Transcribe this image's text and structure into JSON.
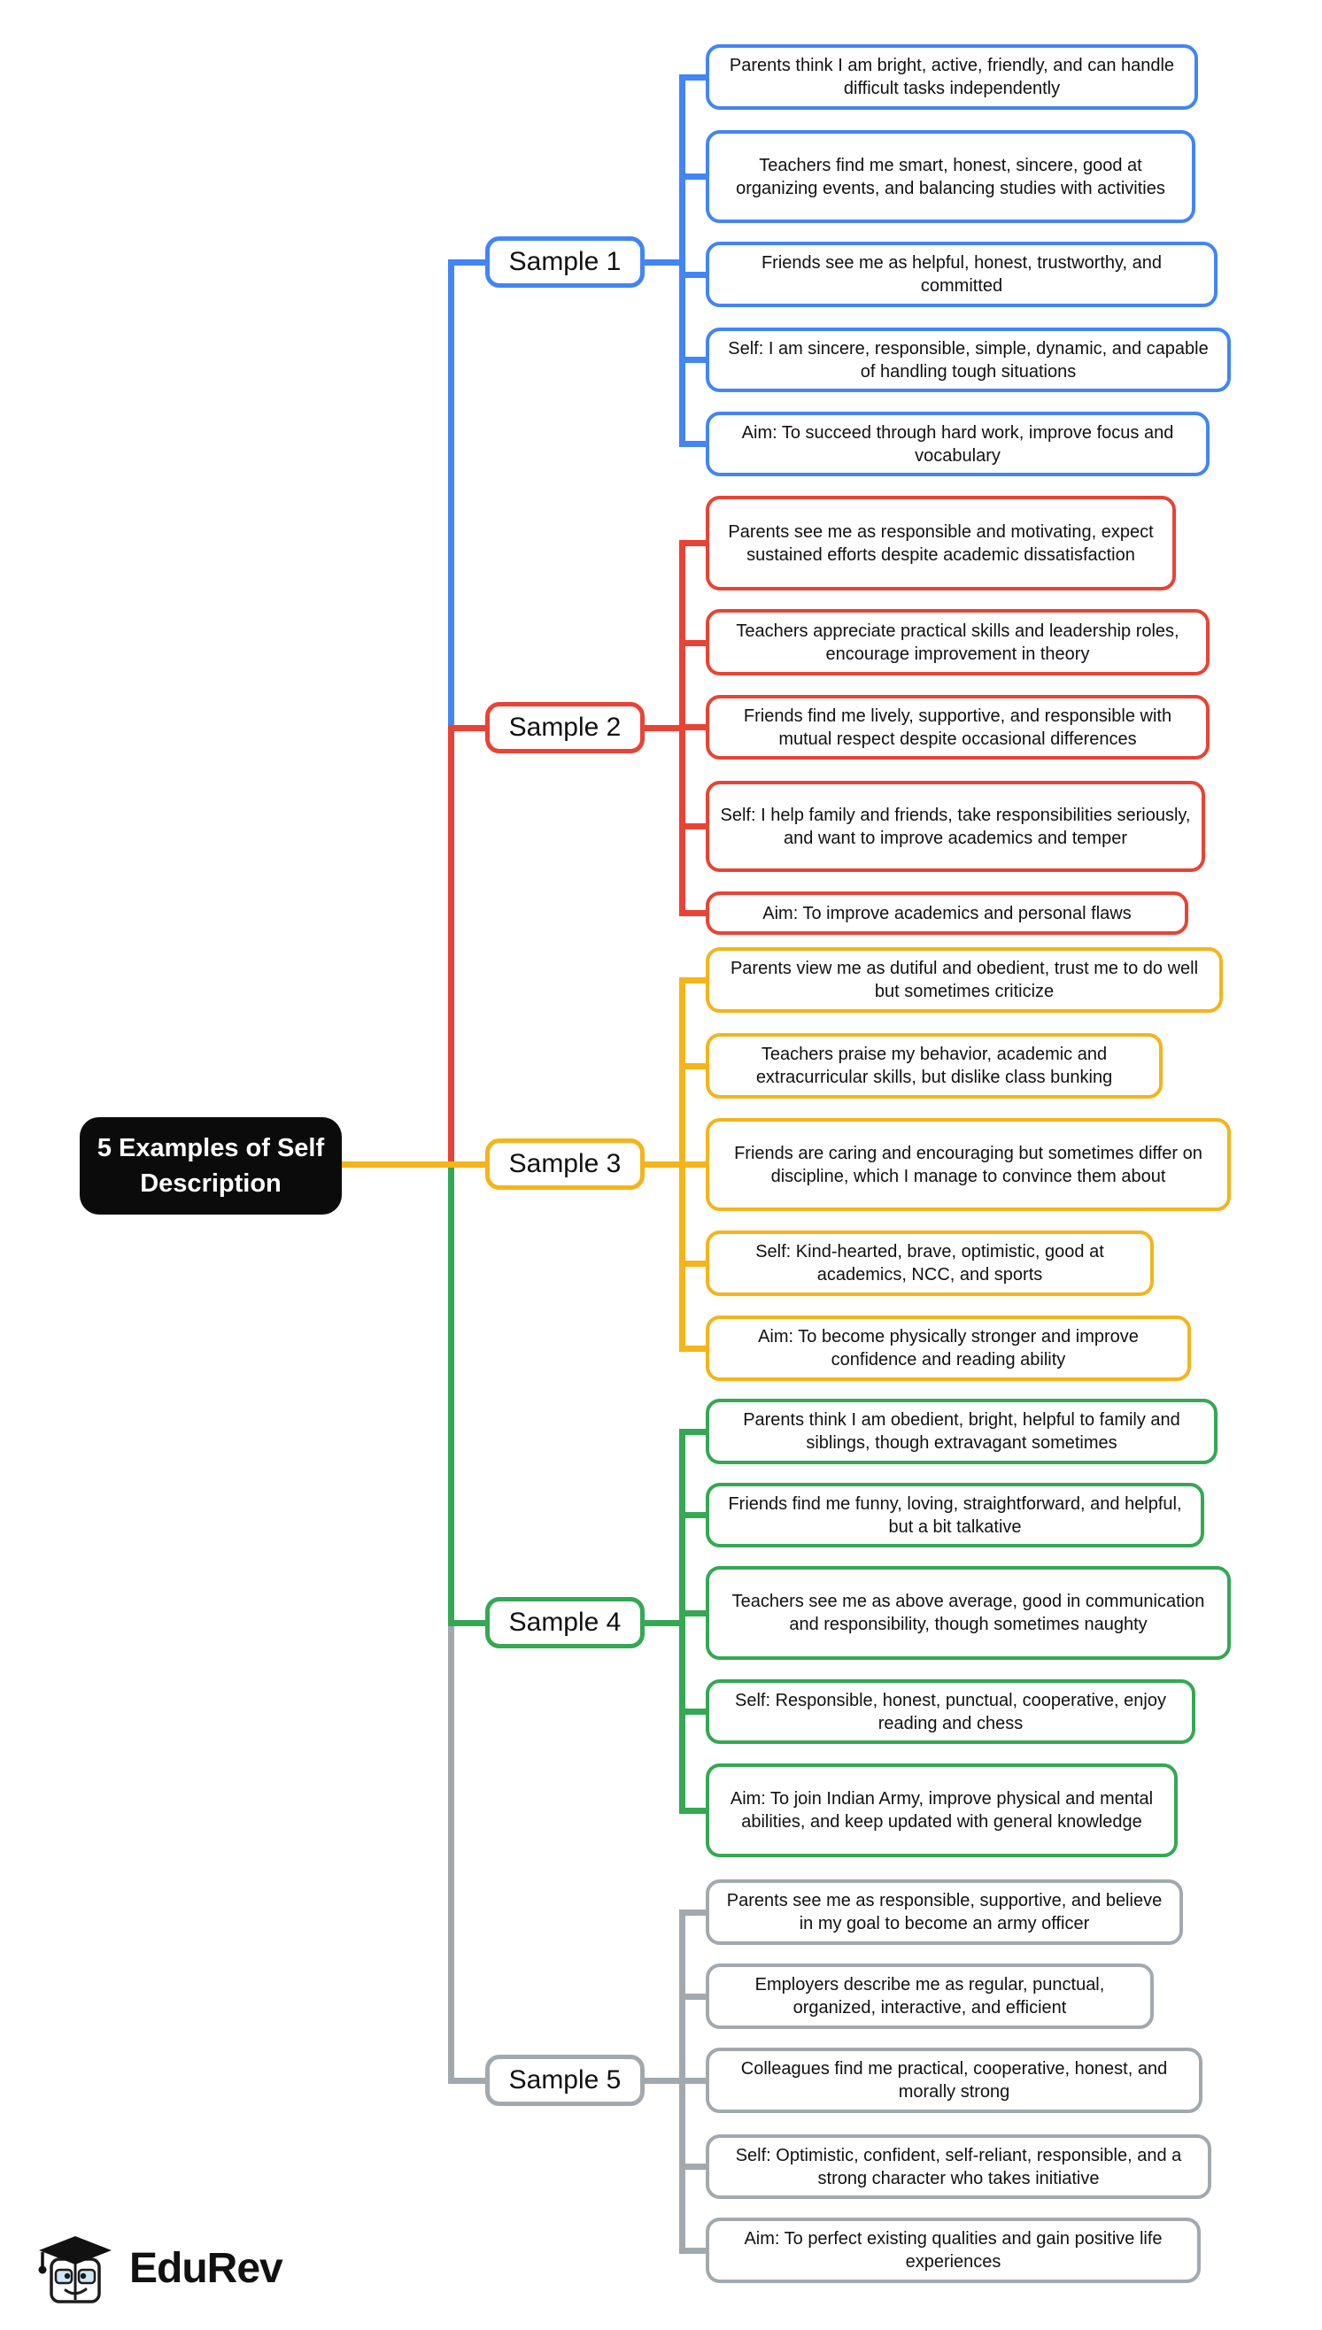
{
  "root": {
    "title": "5 Examples of Self Description",
    "bg": "#0b0b0b",
    "text_color": "#ffffff"
  },
  "branding": {
    "logo_text": "EduRev",
    "logo_icon": "edurev-graduate-books-icon"
  },
  "samples": [
    {
      "label": "Sample 1",
      "color": "#4285f4",
      "children": [
        "Parents think I am bright, active, friendly, and can handle difficult tasks independently",
        "Teachers find me smart, honest, sincere, good at organizing events, and balancing studies with activities",
        "Friends see me as helpful, honest, trustworthy, and committed",
        "Self: I am sincere, responsible, simple, dynamic, and capable of handling tough situations",
        "Aim: To succeed through hard work, improve focus and vocabulary"
      ]
    },
    {
      "label": "Sample 2",
      "color": "#e84335",
      "children": [
        "Parents see me as responsible and motivating, expect sustained efforts despite academic dissatisfaction",
        "Teachers appreciate practical skills and leadership roles, encourage improvement in theory",
        "Friends find me lively, supportive, and responsible with mutual respect despite occasional differences",
        "Self: I help family and friends, take responsibilities seriously, and want to improve academics and temper",
        "Aim: To improve academics and personal flaws"
      ]
    },
    {
      "label": "Sample 3",
      "color": "#f4b41a",
      "children": [
        "Parents view me as dutiful and obedient, trust me to do well but sometimes criticize",
        "Teachers praise my behavior, academic and extracurricular skills, but dislike class bunking",
        "Friends are caring and encouraging but sometimes differ on discipline, which I manage to convince them about",
        "Self: Kind-hearted, brave, optimistic, good at academics, NCC, and sports",
        "Aim: To become physically stronger and improve confidence and reading ability"
      ]
    },
    {
      "label": "Sample 4",
      "color": "#34a853",
      "children": [
        "Parents think I am obedient, bright, helpful to family and siblings, though extravagant sometimes",
        "Friends find me funny, loving, straightforward, and helpful, but a bit talkative",
        "Teachers see me as above average, good in communication and responsibility, though sometimes naughty",
        "Self: Responsible, honest, punctual, cooperative, enjoy reading and chess",
        "Aim: To join Indian Army, improve physical and mental abilities, and keep updated with general knowledge"
      ]
    },
    {
      "label": "Sample 5",
      "color": "#a2a9ae",
      "children": [
        "Parents see me as responsible, supportive, and believe in my goal to become an army officer",
        "Employers describe me as regular, punctual, organized, interactive, and efficient",
        "Colleagues find me practical, cooperative, honest, and morally strong",
        "Self: Optimistic, confident, self-reliant, responsible, and a strong character who takes initiative",
        "Aim: To perfect existing qualities and gain positive life experiences"
      ]
    }
  ]
}
